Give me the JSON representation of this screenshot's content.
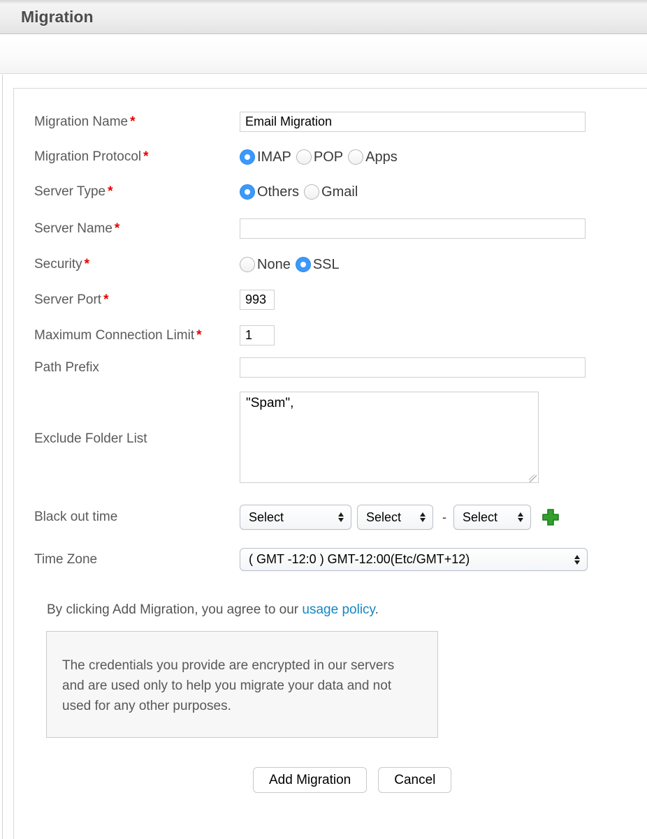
{
  "header": {
    "title": "Migration"
  },
  "form": {
    "required_marker": "*",
    "migration_name": {
      "label": "Migration Name",
      "value": "Email Migration"
    },
    "migration_protocol": {
      "label": "Migration Protocol",
      "options": [
        "IMAP",
        "POP",
        "Apps"
      ],
      "selected": "IMAP"
    },
    "server_type": {
      "label": "Server Type",
      "options": [
        "Others",
        "Gmail"
      ],
      "selected": "Others"
    },
    "server_name": {
      "label": "Server Name",
      "value": ""
    },
    "security": {
      "label": "Security",
      "options": [
        "None",
        "SSL"
      ],
      "selected": "SSL"
    },
    "server_port": {
      "label": "Server Port",
      "value": "993"
    },
    "max_connection_limit": {
      "label": "Maximum Connection Limit",
      "value": "1"
    },
    "path_prefix": {
      "label": "Path Prefix",
      "value": ""
    },
    "exclude_folder_list": {
      "label": "Exclude Folder List",
      "value": "\"Spam\","
    },
    "black_out_time": {
      "label": "Black out time",
      "select1": "Select",
      "select2": "Select",
      "separator": "-",
      "select3": "Select"
    },
    "time_zone": {
      "label": "Time Zone",
      "value": "( GMT -12:0 ) GMT-12:00(Etc/GMT+12)"
    }
  },
  "agreement": {
    "prefix": "By clicking Add Migration, you agree to our ",
    "link_text": "usage policy",
    "suffix": "."
  },
  "notice": {
    "text": "The credentials you provide are encrypted in our servers and are used only to help you migrate your data and not used for any other purposes."
  },
  "actions": {
    "add": "Add Migration",
    "cancel": "Cancel"
  },
  "colors": {
    "radio_selected": "#3b99fd",
    "link": "#1387c2",
    "required": "#e60000",
    "plus_icon": "#33a02c"
  }
}
